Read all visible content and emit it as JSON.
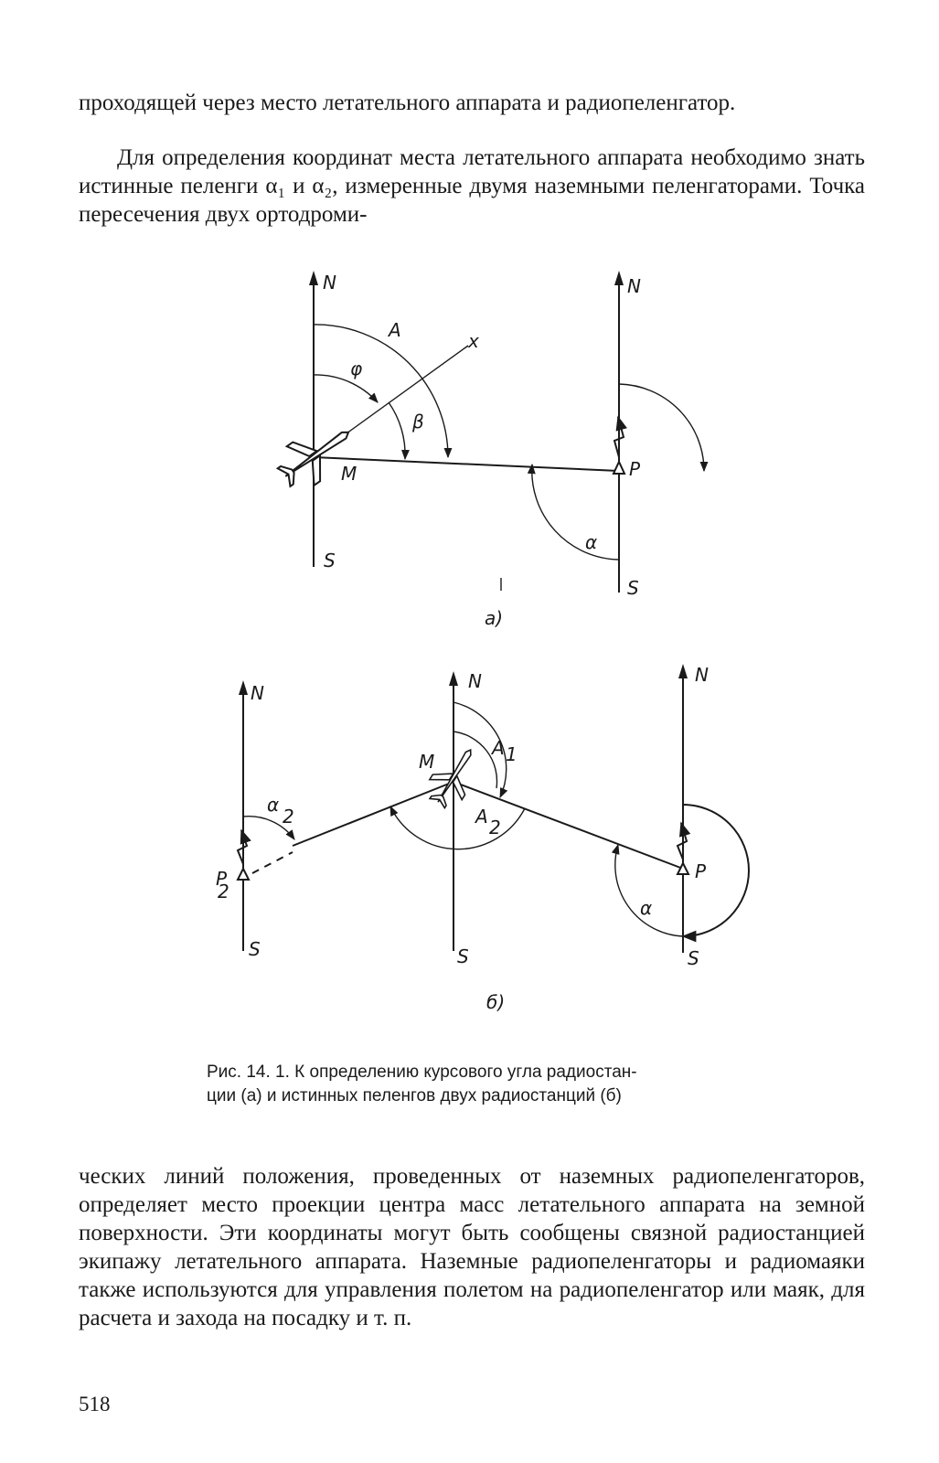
{
  "text": {
    "p1": "проходящей через место летательного аппарата и радиопеленгатор.",
    "p2": "Для определения координат места летательного аппарата необходимо знать истинные пеленги α₁ и α₂, измеренные двумя наземными пеленгаторами. Точка пересечения двух ортодроми-",
    "p3": "ческих линий положения, проведенных от наземных радиопеленгаторов, определяет место проекции центра масс летательного аппарата на земной поверхности. Эти координаты могут быть сообщены связной радиостанцией экипажу летательного аппарата. Наземные радиопеленгаторы и радиомаяки также используются для управления полетом на радиопеленгатор или маяк, для расчета и захода на посадку и т. п."
  },
  "figure": {
    "a": {
      "N_left": "N",
      "N_right": "N",
      "S_left": "S",
      "S_right": "S",
      "A": "A",
      "phi": "φ",
      "beta": "β",
      "x": "x",
      "M": "M",
      "P": "P",
      "alpha": "α",
      "sublabel": "а)"
    },
    "b": {
      "N_left": "N",
      "N_mid": "N",
      "N_right": "N",
      "S_left": "S",
      "S_mid": "S",
      "S_right": "S",
      "alpha2": "α",
      "alpha2_sub": "2",
      "P2": "P",
      "P2_sub": "2",
      "M": "M",
      "A1": "A",
      "A1_sub": "1",
      "A2": "A",
      "A2_sub": "2",
      "P": "P",
      "alpha": "α",
      "sublabel": "б)"
    }
  },
  "caption": {
    "line1": "Рис. 14. 1. К определению курсового угла радиостан-",
    "line2": "ции (а) и истинных пеленгов двух радиостанций (б)"
  },
  "page_number": "518"
}
